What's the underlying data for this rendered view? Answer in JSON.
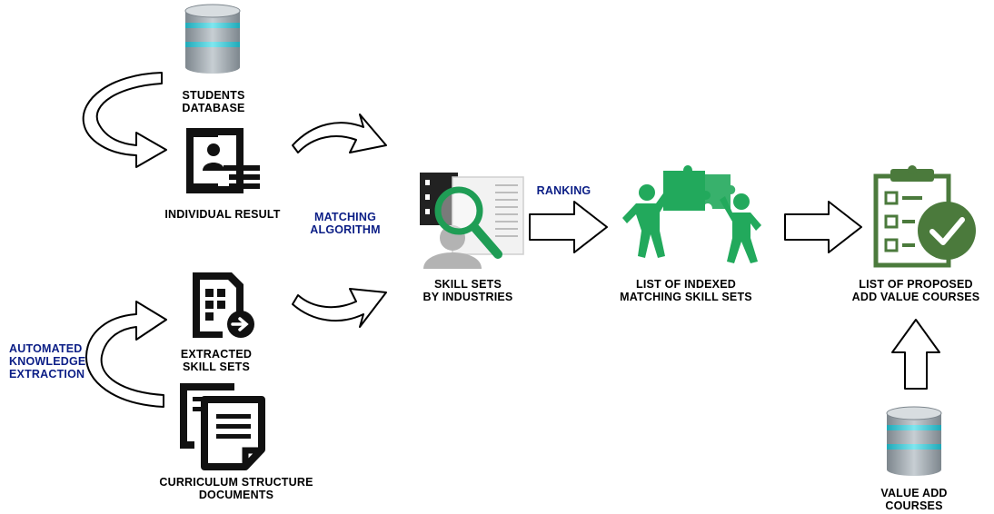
{
  "labels": {
    "students_db": [
      "STUDENTS",
      "DATABASE"
    ],
    "individual_result": "INDIVIDUAL RESULT",
    "matching_algorithm": [
      "MATCHING",
      "ALGORITHM"
    ],
    "ranking": "RANKING",
    "skill_sets": [
      "SKILL SETS",
      "BY INDUSTRIES"
    ],
    "indexed": [
      "LIST OF INDEXED",
      "MATCHING SKILL SETS"
    ],
    "proposed": [
      "LIST OF PROPOSED",
      "ADD VALUE COURSES"
    ],
    "automated": [
      "AUTOMATED",
      "KNOWLEDGE",
      "EXTRACTION"
    ],
    "extracted": [
      "EXTRACTED",
      "SKILL SETS"
    ],
    "curriculum": [
      "CURRICULUM STRUCTURE",
      "DOCUMENTS"
    ],
    "value_add": [
      "VALUE ADD",
      "COURSES"
    ]
  },
  "colors": {
    "db_gray": "#9aa3aa",
    "db_cyan": "#3ec9d6",
    "green": "#1f9d55",
    "blue_text": "#0b1e86",
    "clipboard_green": "#4b7a3c"
  },
  "icons": [
    "database-icon",
    "id-card-icon",
    "document-grid-arrow-icon",
    "documents-icon",
    "search-profile-icon",
    "puzzle-people-icon",
    "clipboard-check-icon"
  ]
}
